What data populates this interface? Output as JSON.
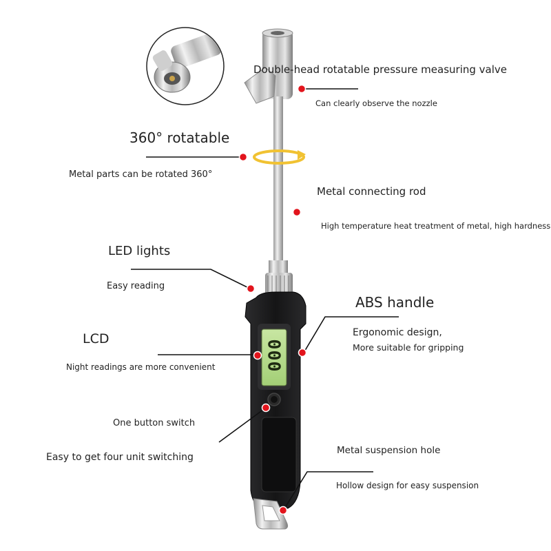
{
  "callouts": {
    "valve_title": "Double-head rotatable pressure measuring valve",
    "valve_sub": "Can clearly observe the nozzle",
    "rotate_title": "360° rotatable",
    "rotate_sub": "Metal parts can be rotated 360°",
    "rod_title": "Metal connecting rod",
    "rod_sub": "High temperature heat treatment of metal, high hardness",
    "led_title": "LED lights",
    "led_sub": "Easy reading",
    "abs_title": "ABS handle",
    "abs_sub1": "Ergonomic design,",
    "abs_sub2": "More suitable for gripping",
    "lcd_title": "LCD",
    "lcd_sub": "Night readings are more convenient",
    "button_title": "One button switch",
    "button_sub": "Easy to get four unit switching",
    "hole_title": "Metal suspension hole",
    "hole_sub": "Hollow design for easy suspension"
  },
  "colors": {
    "marker": "#e2141c",
    "line": "#111111",
    "lcd_green": "#b9dc8e",
    "handle": "#1b1b1d",
    "rotate_arrow": "#f1c232"
  },
  "lcd_digits": "000"
}
